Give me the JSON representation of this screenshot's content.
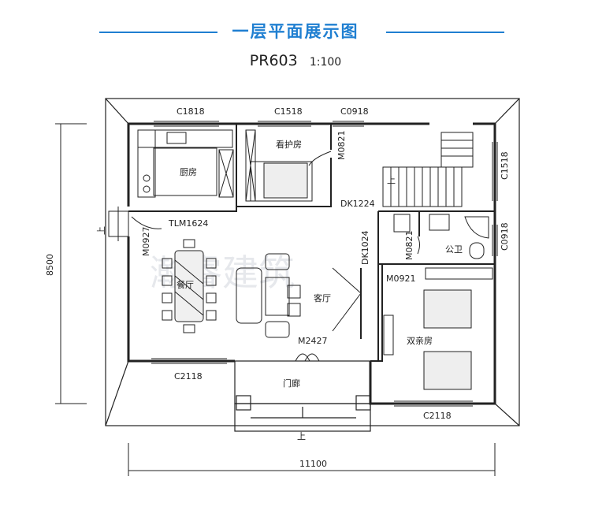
{
  "title": "一层平面展示图",
  "plan_code": "PR603",
  "scale": "1:100",
  "colors": {
    "accent": "#1f7fd1",
    "line": "#222222"
  },
  "rooms": {
    "kitchen": "厨房",
    "caretaker": "看护房",
    "dining": "餐厅",
    "living": "客厅",
    "bathroom": "公卫",
    "double_bedroom": "双亲房",
    "porch": "门廊"
  },
  "windows": {
    "c1818": "C1818",
    "c1518_top": "C1518",
    "c0918_top": "C0918",
    "c1518_right": "C1518",
    "c0918_right": "C0918",
    "c2118_left": "C2118",
    "c2118_right": "C2118"
  },
  "doors": {
    "m0821_a": "M0821",
    "m0821_b": "M0821",
    "m0927": "M0927",
    "m0921": "M0921",
    "m2427": "M2427",
    "tlm1624": "TLM1624",
    "dk1224": "DK1224",
    "dk1024": "DK1024"
  },
  "dimensions": {
    "width": "11100",
    "depth": "8500"
  },
  "stair_markers": {
    "upper": "上",
    "entry": "上",
    "side": "上"
  },
  "watermark": "瀚睿建筑"
}
